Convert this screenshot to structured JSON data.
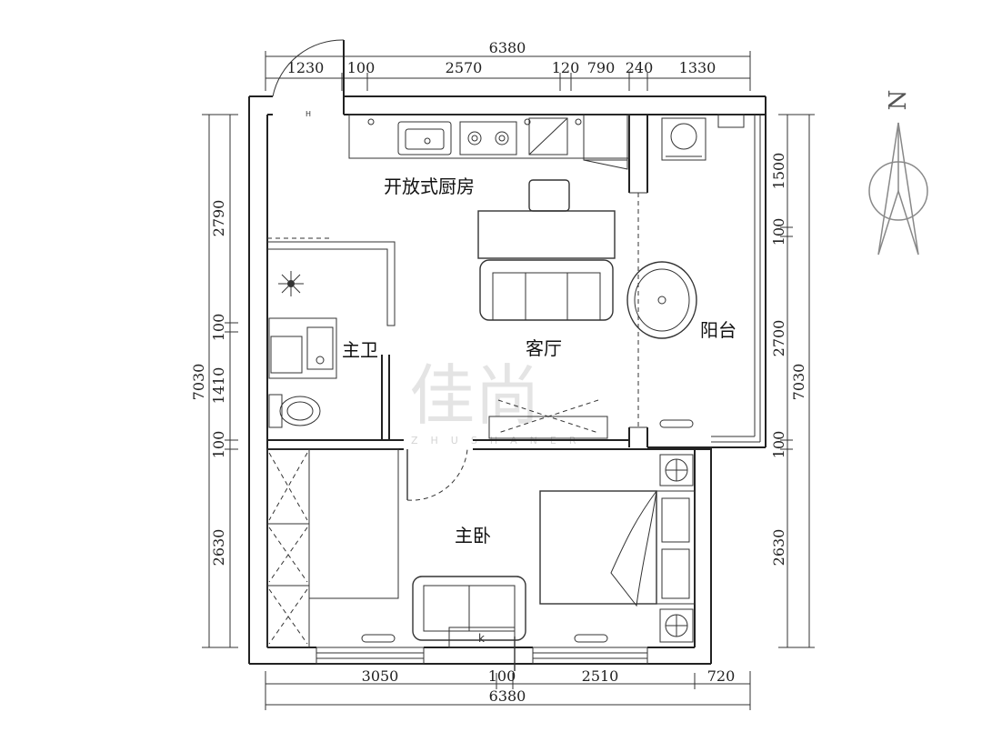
{
  "rooms": {
    "kitchen": "开放式厨房",
    "living": "客厅",
    "bathroom": "主卫",
    "bedroom": "主卧",
    "balcony": "阳台"
  },
  "compass": {
    "label": "N"
  },
  "watermark": {
    "text": "佳尚",
    "subtext": "ZHUSHANER"
  },
  "dimensions": {
    "top_total": "6380",
    "top_segments": [
      "1230",
      "100",
      "2570",
      "120",
      "790",
      "240",
      "1330"
    ],
    "bottom_total": "6380",
    "bottom_segments": [
      "3050",
      "100",
      "2510",
      "720"
    ],
    "left_total": "7030",
    "left_segments": [
      "2790",
      "100",
      "1410",
      "100",
      "2630"
    ],
    "right_total": "7030",
    "right_segments": [
      "1500",
      "100",
      "2700",
      "100",
      "2630"
    ]
  },
  "furniture_labels": {
    "tv_cabinet_mark": "k",
    "door_mark": "H"
  }
}
